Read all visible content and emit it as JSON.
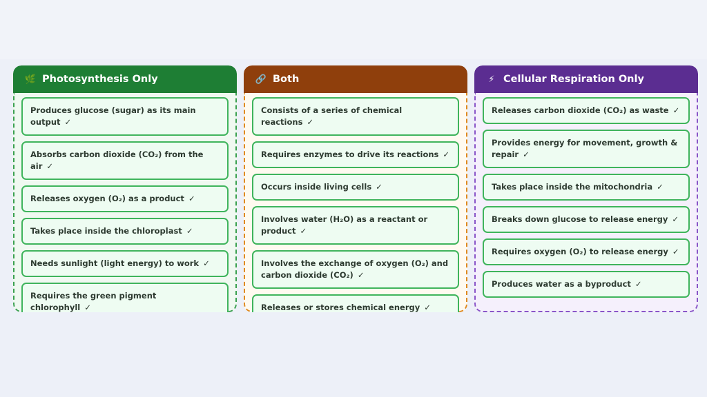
{
  "columns": [
    {
      "title": "Photosynthesis Only",
      "icon": "leaf-icon",
      "icon_glyph": "🌿",
      "header_color": "#1e7e34",
      "body_color": "#f0f9f1",
      "border_color": "#3aa04f",
      "items": [
        "Produces glucose (sugar) as its main output",
        "Absorbs carbon dioxide (CO₂) from the air",
        "Releases oxygen (O₂) as a product",
        "Takes place inside the chloroplast",
        "Needs sunlight (light energy) to work",
        "Requires the green pigment chlorophyll"
      ]
    },
    {
      "title": "Both",
      "icon": "link-icon",
      "icon_glyph": "🔗",
      "header_color": "#8f3f0c",
      "body_color": "#fffaf0",
      "border_color": "#e08a1e",
      "items": [
        "Consists of a series of chemical reactions",
        "Requires enzymes to drive its reactions",
        "Occurs inside living cells",
        "Involves water (H₂O) as a reactant or product",
        "Involves the exchange of oxygen (O₂) and carbon dioxide (CO₂)",
        "Releases or stores chemical energy"
      ]
    },
    {
      "title": "Cellular Respiration Only",
      "icon": "lightning-icon",
      "icon_glyph": "⚡",
      "header_color": "#5b2d91",
      "body_color": "#f5f0fc",
      "border_color": "#8a55c8",
      "items": [
        "Releases carbon dioxide (CO₂) as waste",
        "Provides energy for movement, growth & repair",
        "Takes place inside the mitochondria",
        "Breaks down glucose to release energy",
        "Requires oxygen (O₂) to release energy",
        "Produces water as a byproduct"
      ]
    }
  ],
  "check_glyph": "✓"
}
